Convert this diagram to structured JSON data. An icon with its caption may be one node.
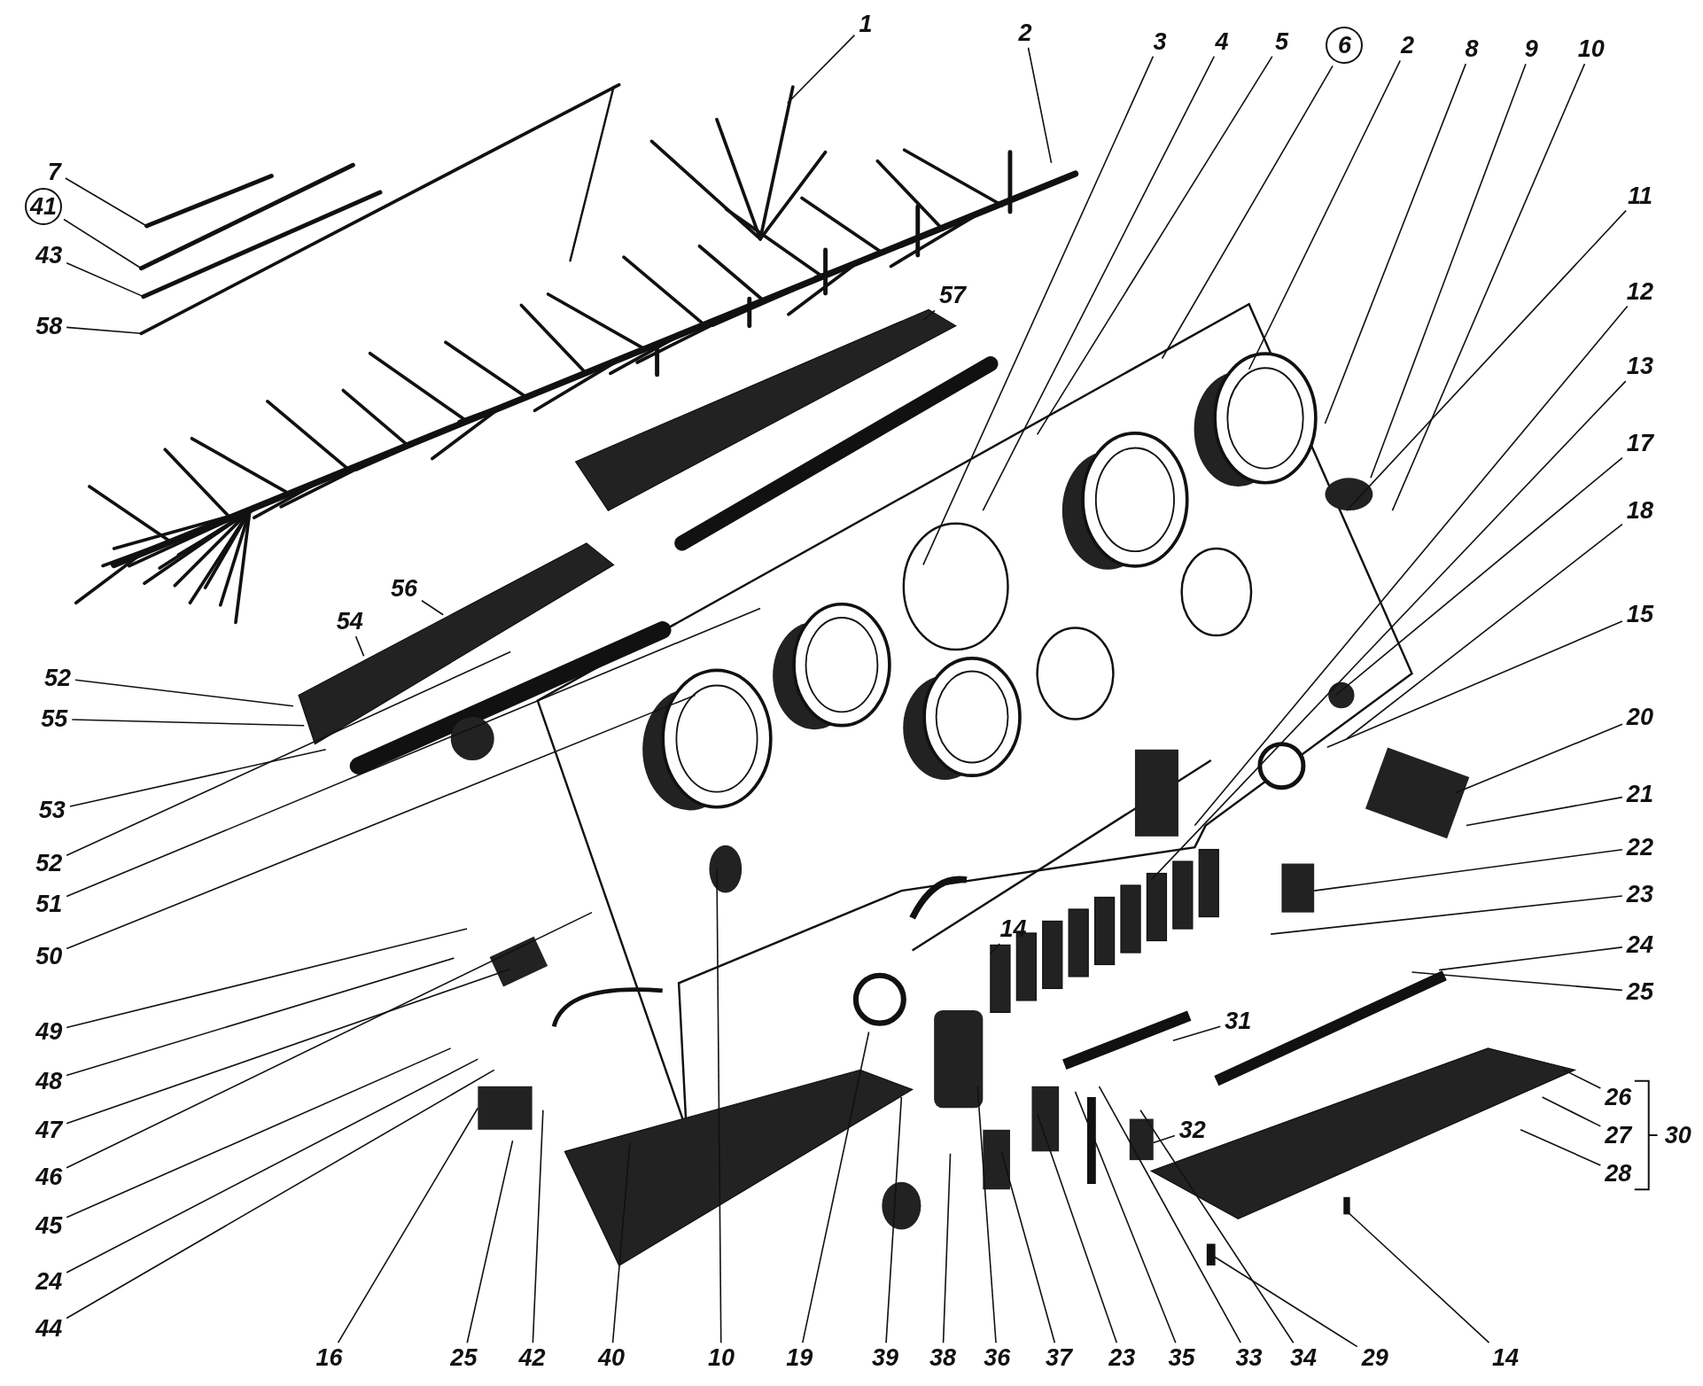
{
  "diagram": {
    "nodes": [
      {
        "text": [
          "1"
        ]
      },
      {
        "text": [
          "2"
        ]
      },
      {
        "text": [
          "3"
        ]
      },
      {
        "text": [
          "4"
        ]
      },
      {
        "text": [
          "5"
        ]
      },
      {
        "text": [
          "6"
        ]
      },
      {
        "text": [
          "2"
        ]
      },
      {
        "text": [
          "8"
        ]
      },
      {
        "text": [
          "9"
        ]
      },
      {
        "text": [
          "10"
        ]
      },
      {
        "text": [
          "7"
        ]
      },
      {
        "text": [
          "41"
        ]
      },
      {
        "text": [
          "43"
        ]
      },
      {
        "text": [
          "58"
        ]
      },
      {
        "text": [
          "57"
        ]
      },
      {
        "text": [
          "54"
        ]
      },
      {
        "text": [
          "56"
        ]
      },
      {
        "text": [
          "52"
        ]
      },
      {
        "text": [
          "55"
        ]
      },
      {
        "text": [
          "53"
        ]
      },
      {
        "text": [
          "52"
        ]
      },
      {
        "text": [
          "51"
        ]
      },
      {
        "text": [
          "50"
        ]
      },
      {
        "text": [
          "49"
        ]
      },
      {
        "text": [
          "48"
        ]
      },
      {
        "text": [
          "47"
        ]
      },
      {
        "text": [
          "46"
        ]
      },
      {
        "text": [
          "45"
        ]
      },
      {
        "text": [
          "24"
        ]
      },
      {
        "text": [
          "44"
        ]
      },
      {
        "text": [
          "11"
        ]
      },
      {
        "text": [
          "12"
        ]
      },
      {
        "text": [
          "13"
        ]
      },
      {
        "text": [
          "17"
        ]
      },
      {
        "text": [
          "18"
        ]
      },
      {
        "text": [
          "15"
        ]
      },
      {
        "text": [
          "20"
        ]
      },
      {
        "text": [
          "21"
        ]
      },
      {
        "text": [
          "22"
        ]
      },
      {
        "text": [
          "23"
        ]
      },
      {
        "text": [
          "24"
        ]
      },
      {
        "text": [
          "25"
        ]
      },
      {
        "text": [
          "26"
        ]
      },
      {
        "text": [
          "27"
        ]
      },
      {
        "text": [
          "28"
        ]
      },
      {
        "text": [
          "14"
        ]
      },
      {
        "text": [
          "31"
        ]
      },
      {
        "text": [
          "32"
        ]
      },
      {
        "text": [
          "16"
        ]
      },
      {
        "text": [
          "25"
        ]
      },
      {
        "text": [
          "42"
        ]
      },
      {
        "text": [
          "40"
        ]
      },
      {
        "text": [
          "10"
        ]
      },
      {
        "text": [
          "19"
        ]
      },
      {
        "text": [
          "39"
        ]
      },
      {
        "text": [
          "38"
        ]
      },
      {
        "text": [
          "36"
        ]
      },
      {
        "text": [
          "37"
        ]
      },
      {
        "text": [
          "23"
        ]
      },
      {
        "text": [
          "35"
        ]
      },
      {
        "text": [
          "33"
        ]
      },
      {
        "text": [
          "34"
        ]
      },
      {
        "text": [
          "29"
        ]
      },
      {
        "text": [
          "14"
        ]
      }
    ],
    "edges": [
      {
        "from": 0,
        "to": null,
        "arrow": "none"
      },
      {
        "from": 1,
        "to": null,
        "arrow": "none"
      },
      {
        "from": 2,
        "to": null,
        "arrow": "none"
      },
      {
        "from": 3,
        "to": null,
        "arrow": "none"
      },
      {
        "from": 4,
        "to": null,
        "arrow": "none"
      },
      {
        "from": 5,
        "to": null,
        "arrow": "none"
      },
      {
        "from": 6,
        "to": null,
        "arrow": "none"
      },
      {
        "from": 7,
        "to": null,
        "arrow": "none"
      },
      {
        "from": 8,
        "to": null,
        "arrow": "none"
      },
      {
        "from": 9,
        "to": null,
        "arrow": "none"
      },
      {
        "from": 10,
        "to": null,
        "arrow": "none"
      },
      {
        "from": 11,
        "to": null,
        "arrow": "none"
      },
      {
        "from": 12,
        "to": null,
        "arrow": "none"
      },
      {
        "from": 13,
        "to": null,
        "arrow": "none"
      },
      {
        "from": 14,
        "to": null,
        "arrow": "none"
      },
      {
        "from": 15,
        "to": null,
        "arrow": "none"
      },
      {
        "from": 16,
        "to": null,
        "arrow": "none"
      },
      {
        "from": 17,
        "to": null,
        "arrow": "none"
      },
      {
        "from": 18,
        "to": null,
        "arrow": "none"
      },
      {
        "from": 19,
        "to": null,
        "arrow": "none"
      },
      {
        "from": 20,
        "to": null,
        "arrow": "none"
      },
      {
        "from": 21,
        "to": null,
        "arrow": "none"
      },
      {
        "from": 22,
        "to": null,
        "arrow": "none"
      },
      {
        "from": 23,
        "to": null,
        "arrow": "none"
      },
      {
        "from": 24,
        "to": null,
        "arrow": "none"
      },
      {
        "from": 25,
        "to": null,
        "arrow": "none"
      },
      {
        "from": 26,
        "to": null,
        "arrow": "none"
      },
      {
        "from": 27,
        "to": null,
        "arrow": "none"
      },
      {
        "from": 28,
        "to": null,
        "arrow": "none"
      },
      {
        "from": 29,
        "to": null,
        "arrow": "none"
      },
      {
        "from": 30,
        "to": null,
        "arrow": "none"
      },
      {
        "from": 31,
        "to": null,
        "arrow": "none"
      },
      {
        "from": 32,
        "to": null,
        "arrow": "none"
      },
      {
        "from": 33,
        "to": null,
        "arrow": "none"
      },
      {
        "from": 34,
        "to": null,
        "arrow": "none"
      },
      {
        "from": 35,
        "to": null,
        "arrow": "none"
      },
      {
        "from": 36,
        "to": null,
        "arrow": "none"
      },
      {
        "from": 37,
        "to": null,
        "arrow": "none"
      },
      {
        "from": 38,
        "to": null,
        "arrow": "none"
      },
      {
        "from": 39,
        "to": null,
        "arrow": "none"
      },
      {
        "from": 40,
        "to": null,
        "arrow": "none"
      },
      {
        "from": 41,
        "to": null,
        "arrow": "none"
      },
      {
        "from": 42,
        "to": null,
        "arrow": "none"
      },
      {
        "from": 43,
        "to": null,
        "arrow": "none"
      },
      {
        "from": 44,
        "to": null,
        "arrow": "none"
      },
      {
        "from": 45,
        "to": null,
        "arrow": "none"
      },
      {
        "from": 46,
        "to": null,
        "arrow": "none"
      },
      {
        "from": 47,
        "to": null,
        "arrow": "none"
      },
      {
        "from": 48,
        "to": null,
        "arrow": "none"
      },
      {
        "from": 49,
        "to": null,
        "arrow": "none"
      },
      {
        "from": 50,
        "to": null,
        "arrow": "none"
      },
      {
        "from": 51,
        "to": null,
        "arrow": "none"
      },
      {
        "from": 52,
        "to": null,
        "arrow": "none"
      },
      {
        "from": 53,
        "to": null,
        "arrow": "none"
      },
      {
        "from": 54,
        "to": null,
        "arrow": "none"
      },
      {
        "from": 55,
        "to": null,
        "arrow": "none"
      },
      {
        "from": 56,
        "to": null,
        "arrow": "none"
      },
      {
        "from": 57,
        "to": null,
        "arrow": "none"
      },
      {
        "from": 58,
        "to": null,
        "arrow": "none"
      },
      {
        "from": 59,
        "to": null,
        "arrow": "none"
      },
      {
        "from": 60,
        "to": null,
        "arrow": "none"
      },
      {
        "from": 61,
        "to": null,
        "arrow": "none"
      },
      {
        "from": 62,
        "to": null,
        "arrow": "none"
      },
      {
        "from": 63,
        "to": null,
        "arrow": "none"
      }
    ],
    "labels": [
      "30"
    ]
  }
}
